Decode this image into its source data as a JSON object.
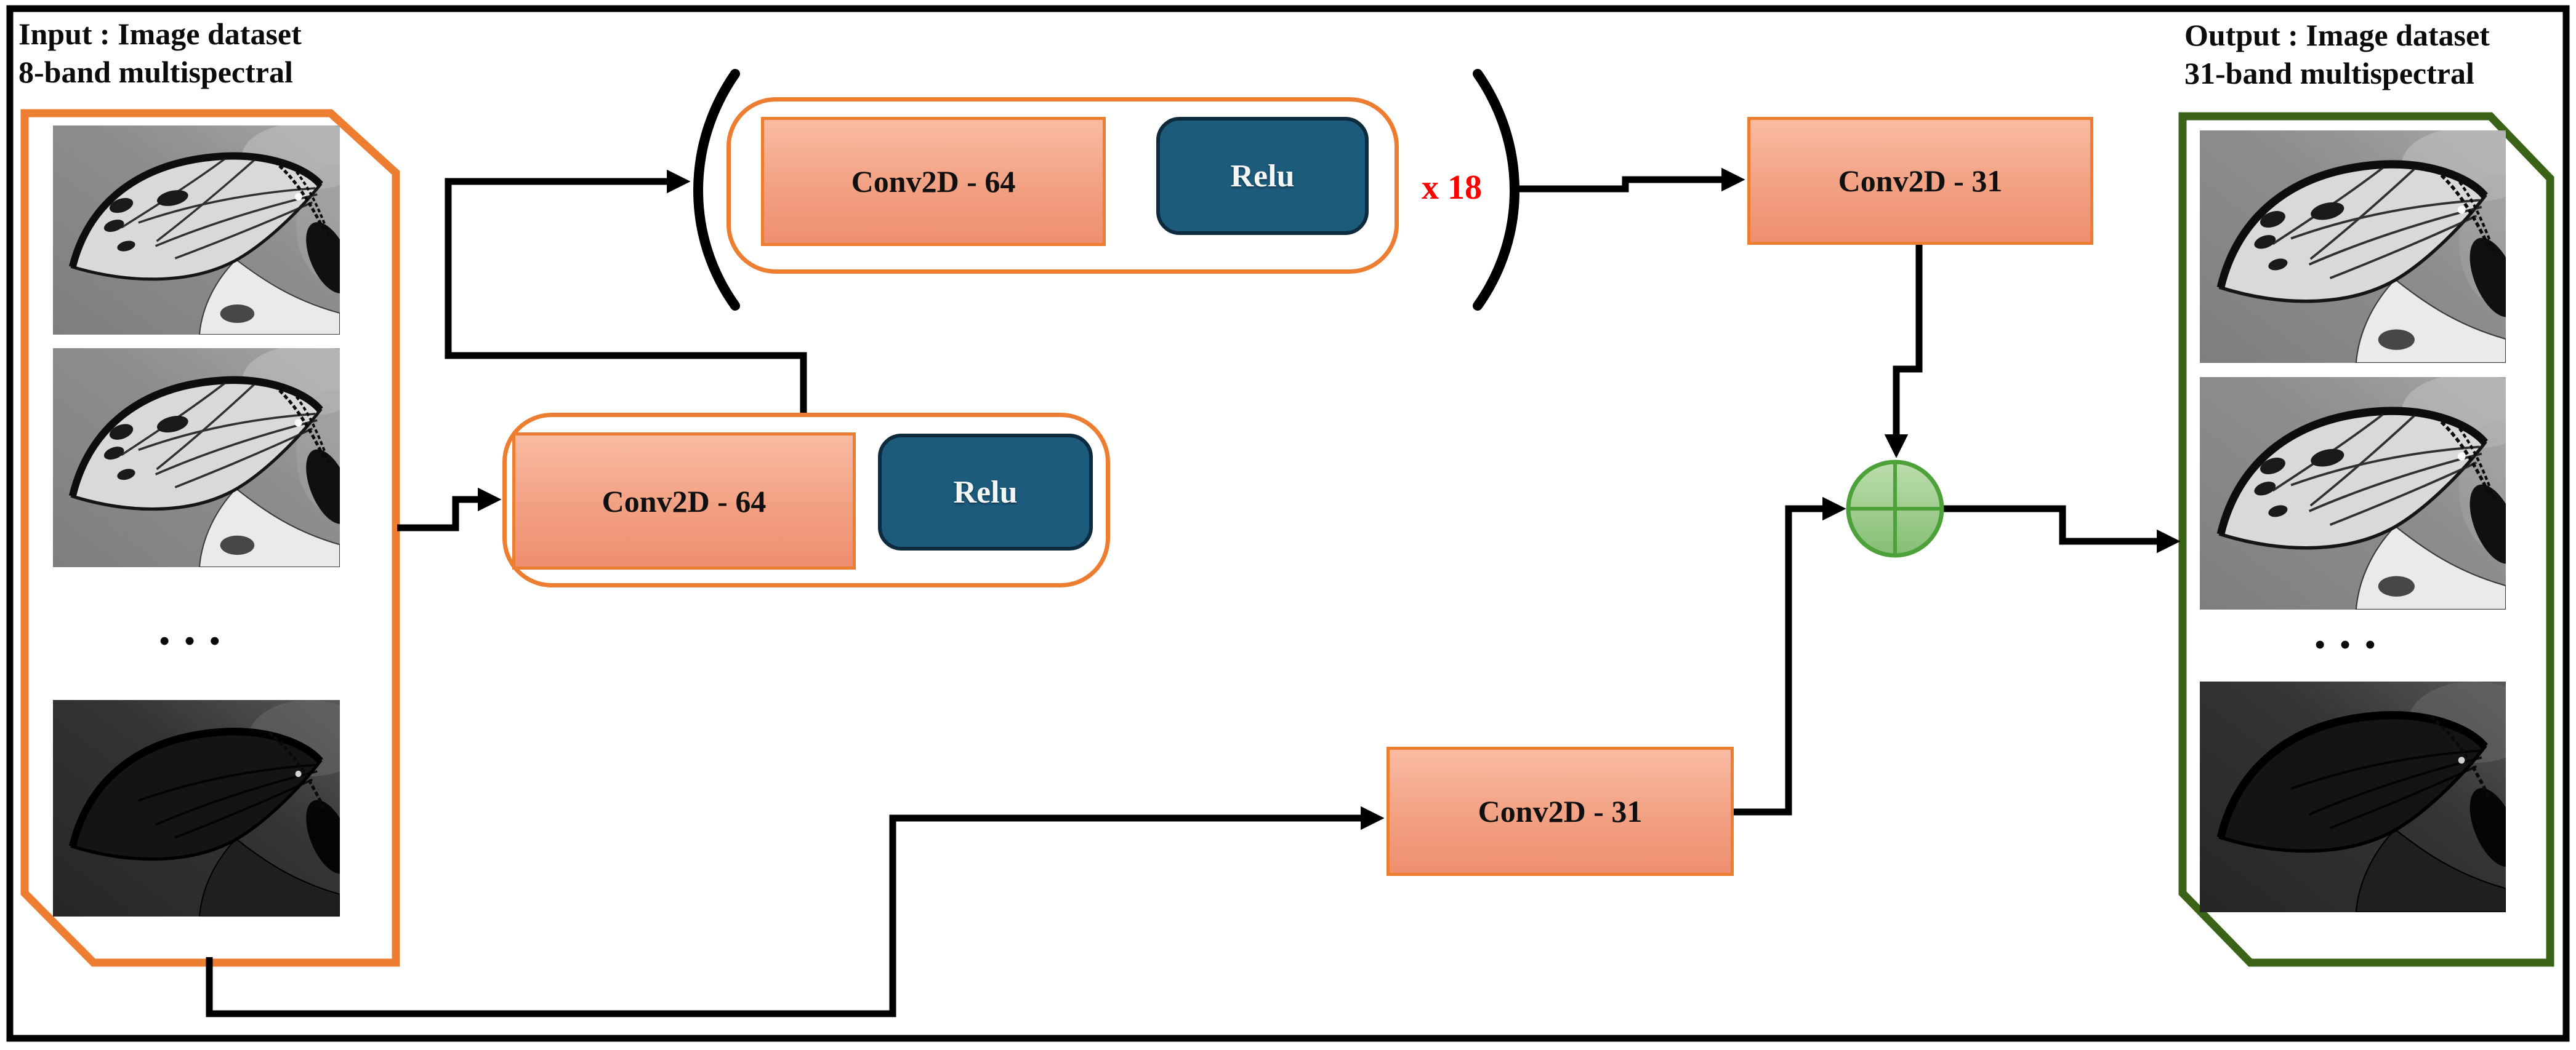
{
  "input_panel": {
    "title_line1": "Input : Image dataset",
    "title_line2": "8-band multispectral",
    "ellipsis": "•••"
  },
  "output_panel": {
    "title_line1": "Output : Image dataset",
    "title_line2": "31-band multispectral",
    "ellipsis": "•••"
  },
  "layers": {
    "stack_conv_label": "Conv2D - 64",
    "stack_relu_label": "Relu",
    "stack_repeat_label": "x 18",
    "first_conv_label": "Conv2D - 64",
    "first_relu_label": "Relu",
    "head_conv_label": "Conv2D - 31",
    "skip_conv_label": "Conv2D - 31"
  },
  "icons": {
    "sum_node": "circled-plus-add-icon"
  },
  "colors": {
    "accent_orange": "#ED7D31",
    "conv_fill_top": "#F9BBA3",
    "conv_fill_bottom": "#EE8F6F",
    "relu_fill": "#1C5B7C",
    "relu_border": "#0D2B3C",
    "repeat_red": "#FF0000",
    "sum_border_green": "#4CA139",
    "sum_fill_green": "#9CCB88",
    "output_green": "#3A6318",
    "connector_black": "#000000",
    "background": "#FFFFFF"
  }
}
